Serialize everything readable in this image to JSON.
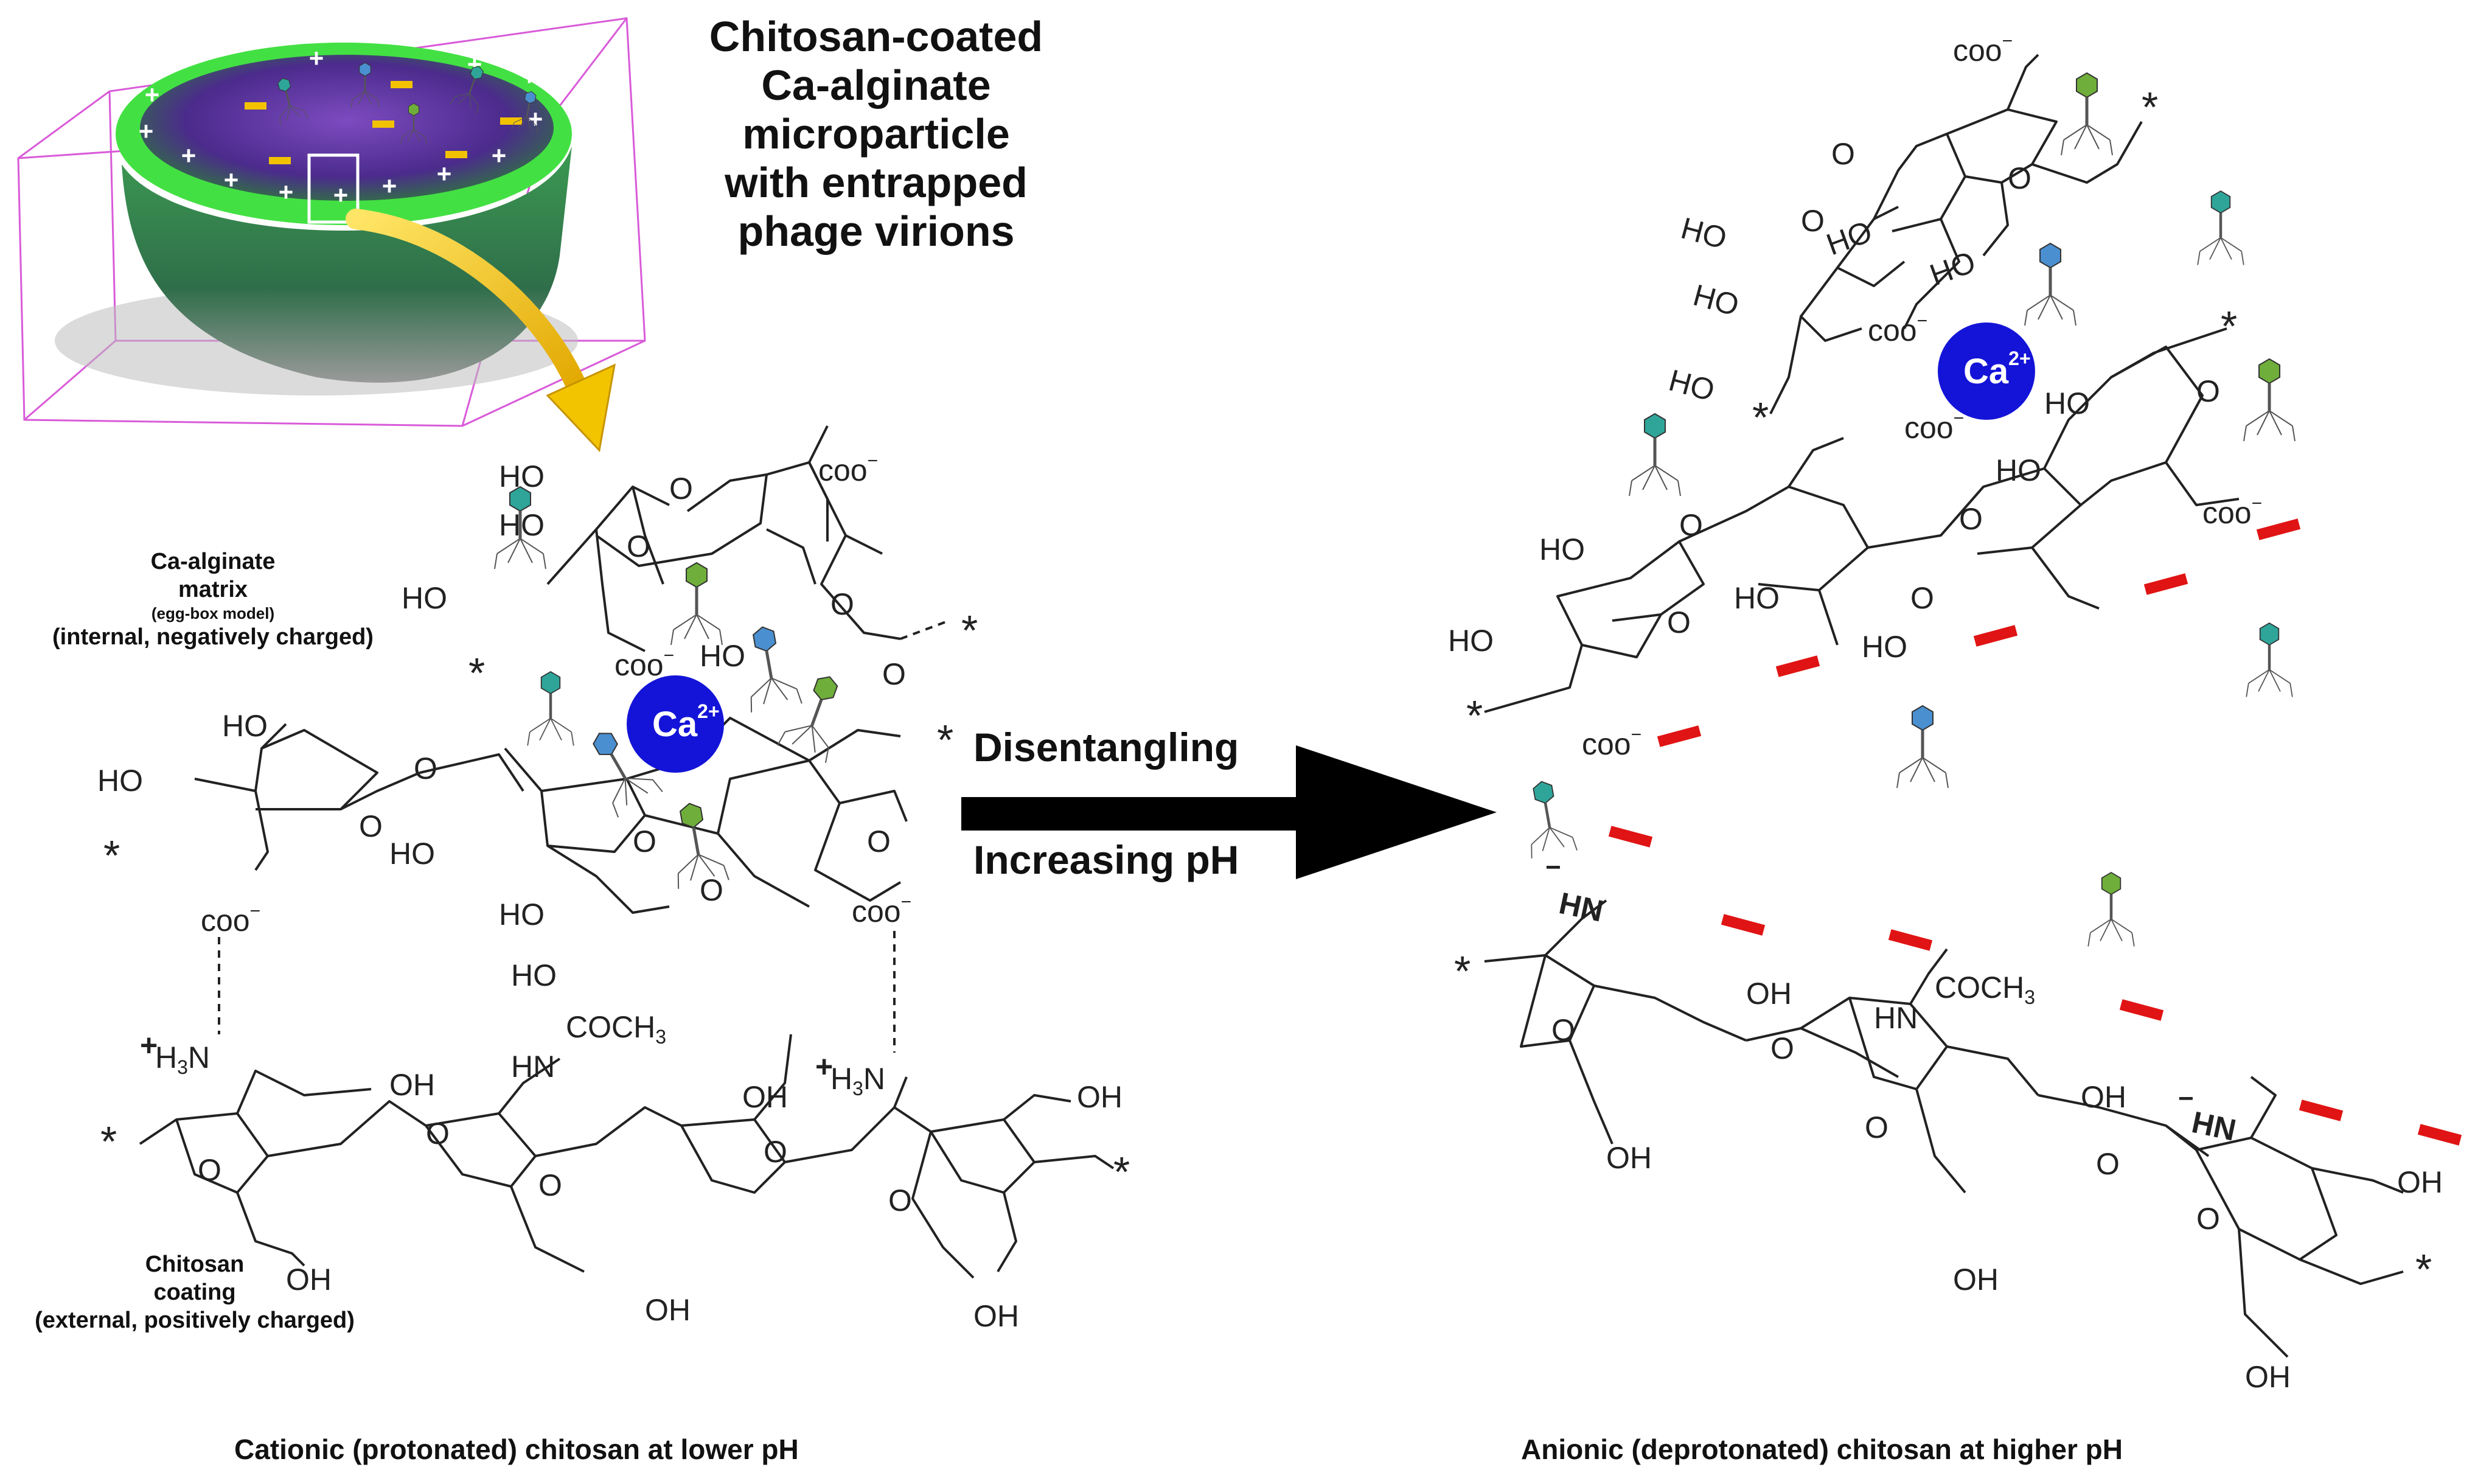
{
  "particle": {
    "title_lines": [
      "Chitosan-coated",
      "Ca-alginate",
      "microparticle",
      "with entrapped",
      "phage virions"
    ],
    "positive_sign": "+",
    "negative_sign": "−"
  },
  "left_panel": {
    "alginate_label": {
      "line1": "Ca-alginate",
      "line2": "matrix",
      "line3": "(egg-box model)",
      "line4": "(internal, negatively charged)"
    },
    "chitosan_label": {
      "line1": "Chitosan",
      "line2": "coating",
      "line3": "(external, positively charged)"
    },
    "caption": "Cationic (protonated) chitosan at lower pH"
  },
  "arrow": {
    "top_label": "Disentangling",
    "bottom_label": "Increasing pH"
  },
  "right_panel": {
    "caption": "Anionic (deprotonated) chitosan at higher pH"
  },
  "chem": {
    "calcium": "Ca",
    "calcium_charge": "2+",
    "hydroxyl": "HO",
    "hydroxyl_r": "OH",
    "carboxylate": "coo",
    "minus": "−",
    "plus": "+",
    "ring_oxygen": "O",
    "chain_end": "*",
    "amine_protonated": "H",
    "amine_sub": "3",
    "amine_n": "N",
    "amine_deprotonated": "HN",
    "amide_nh": "HN",
    "acetyl": "COCH",
    "acetyl_sub": "3"
  },
  "colors": {
    "calcium_ion": "#1414d8",
    "negative_charge_bar": "#e01414",
    "positive_charge": "#ffffff",
    "negative_charge_particle": "#f2c200",
    "particle_shell": "#3ddc3d",
    "particle_core": "#5a2a9a",
    "pointer_arrow": "#f2c400",
    "phage_green": "#6fae3a",
    "phage_teal": "#2fa59a",
    "phage_blue": "#4a8fd0"
  }
}
